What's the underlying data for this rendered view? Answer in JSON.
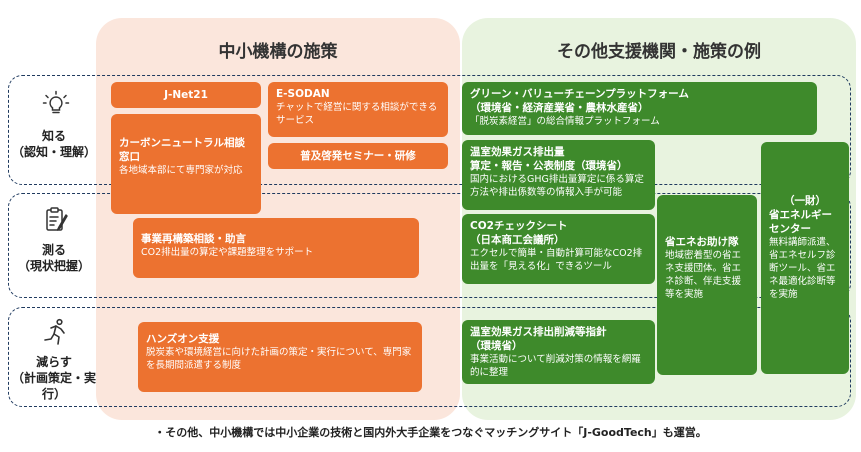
{
  "panels": {
    "left_title": "中小機構の施策",
    "right_title": "その他支援機関・施策の例"
  },
  "rows": [
    {
      "icon": "lightbulb-icon",
      "label1": "知る",
      "label2": "（認知・理解）"
    },
    {
      "icon": "clipboard-icon",
      "label1": "測る",
      "label2": "（現状把握）"
    },
    {
      "icon": "running-person-icon",
      "label1": "減らす",
      "label2": "（計画策定・実行）"
    }
  ],
  "boxes": {
    "jnet21": {
      "title": "J-Net21"
    },
    "esodan": {
      "title": "E-SODAN",
      "desc": "チャットで経営に関する相談ができるサービス"
    },
    "carbon": {
      "title": "カーボンニュートラル相談窓口",
      "desc": "各地域本部にて専門家が対応"
    },
    "seminar": {
      "title": "普及啓発セミナー・研修"
    },
    "saikouchiku": {
      "title": "事業再構築相談・助言",
      "desc": "CO2排出量の算定や課題整理をサポート"
    },
    "handson": {
      "title": "ハンズオン支援",
      "desc": "脱炭素や環境経営に向けた計画の策定・実行について、専門家を長期間派遣する制度"
    },
    "green": {
      "title1": "グリーン・バリューチェーンプラットフォーム",
      "title2": "（環境省・経済産業省・農林水産省）",
      "desc": "「脱炭素経営」の総合情報プラットフォーム"
    },
    "ghg": {
      "title1": "温室効果ガス排出量",
      "title2": "算定・報告・公表制度（環境省）",
      "desc": "国内におけるGHG排出量算定に係る算定方法や排出係数等の情報入手が可能"
    },
    "co2check": {
      "title1": "CO2チェックシート",
      "title2": "（日本商工会議所）",
      "desc": "エクセルで簡単・自動計算可能なCO2排出量を「見える化」できるツール"
    },
    "guideline": {
      "title1": "温室効果ガス排出削減等指針",
      "title2": "（環境省）",
      "desc": "事業活動について削減対策の情報を網羅的に整理"
    },
    "shoene_tai": {
      "title": "省エネお助け隊",
      "desc": "地域密着型の省エネ支援団体。省エネ診断、伴走支援等を実施"
    },
    "eccj": {
      "title1": "（一財）",
      "title2": "省エネルギーセンター",
      "desc": "無料講師派遣、省エネセルフ診断ツール、省エネ最適化診断等を実施"
    }
  },
  "footer": "・その他、中小機構では中小企業の技術と国内外大手企業をつなぐマッチングサイト「J-GoodTech」も運営。",
  "colors": {
    "orange": "#ec7230",
    "green": "#3e8a2b",
    "left_panel": "#fbe6dc",
    "right_panel": "#e8f3df",
    "band_border": "#1f3a5f"
  }
}
